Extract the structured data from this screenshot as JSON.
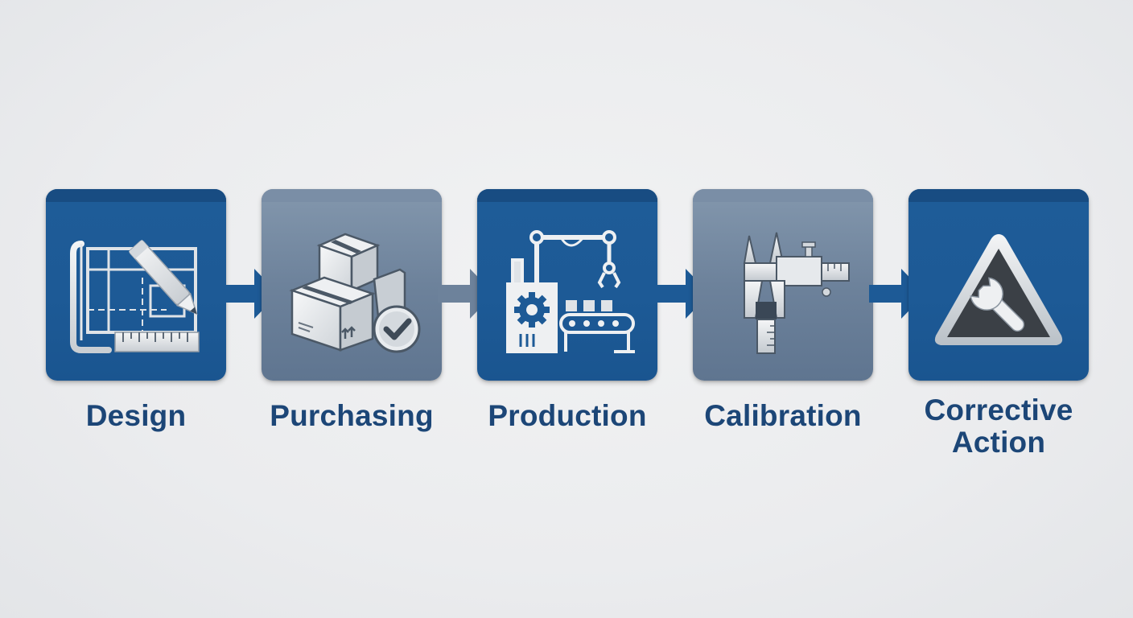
{
  "steps": [
    {
      "label": "Design",
      "icon": "blueprint-pencil-ruler-icon"
    },
    {
      "label": "Purchasing",
      "icon": "boxes-checkmark-icon"
    },
    {
      "label": "Production",
      "icon": "factory-robot-arm-icon"
    },
    {
      "label": "Calibration",
      "icon": "caliper-icon"
    },
    {
      "label": "Corrective Action",
      "icon": "warning-wrench-icon"
    }
  ],
  "colors": {
    "primary_blue": "#1d5a96",
    "slate_gray": "#6d829b",
    "label_text": "#1c4677",
    "background": "#ebecee"
  }
}
